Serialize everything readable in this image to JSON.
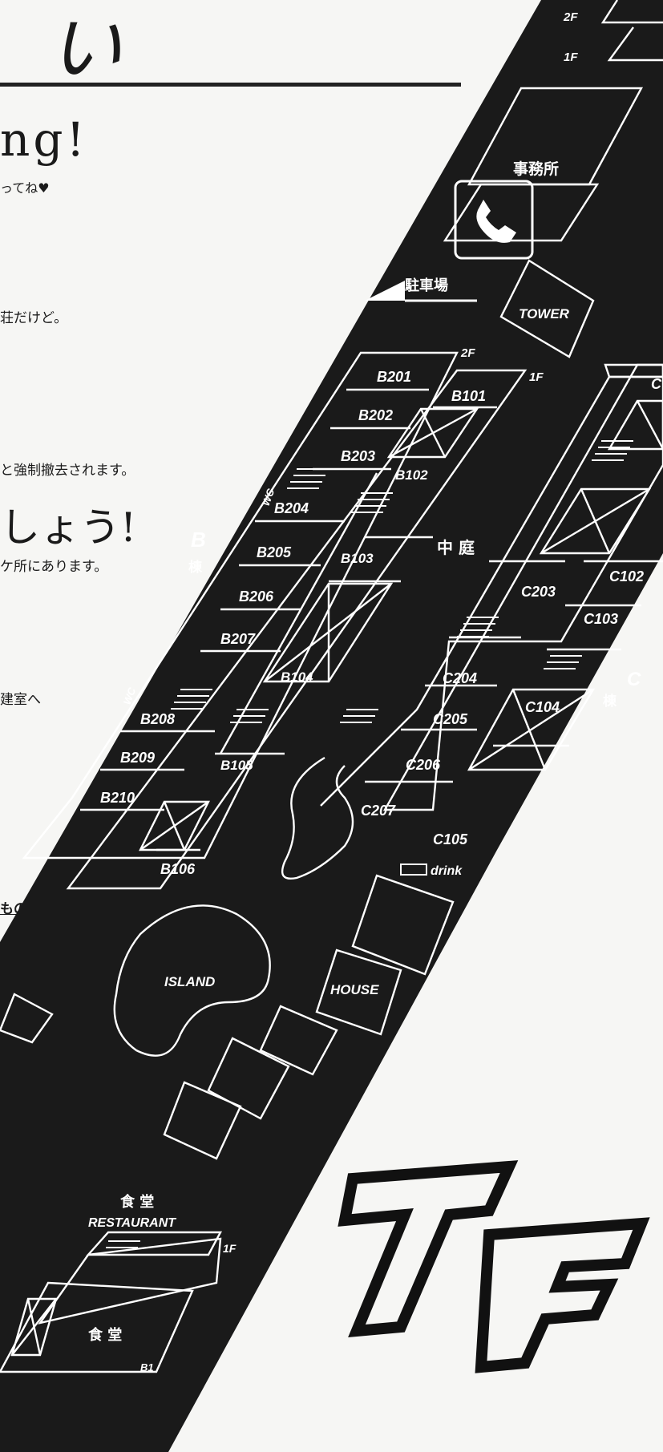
{
  "document": {
    "title_fragment": "い",
    "heading_fragment": "ng!",
    "line_1": "ってね♥",
    "line_2": "荘だけど。",
    "line_3": "と強制撤去されます。",
    "heading_2": "しょう!",
    "line_4": "ケ所にあります。",
    "line_5": "建室へ",
    "line_6": "もの道"
  },
  "map": {
    "floors_top": [
      "2F",
      "1F"
    ],
    "office": "事務所",
    "parking": "駐車場",
    "tower": "TOWER",
    "b_building": {
      "label_letter": "B",
      "label_kanji": "棟",
      "floor_2f": "2F",
      "floor_1f": "1F",
      "rooms_2f": [
        "B201",
        "B202",
        "B203",
        "B204",
        "B205",
        "B206",
        "B207",
        "B208",
        "B209",
        "B210"
      ],
      "rooms_1f": [
        "B101",
        "B102",
        "B103",
        "B104",
        "B105",
        "B106"
      ],
      "wc": "WC"
    },
    "courtyard": "中 庭",
    "c_building": {
      "label_letter": "C",
      "label_kanji": "棟",
      "rooms_2f": [
        "C203",
        "C204",
        "C205",
        "C206",
        "C207"
      ],
      "rooms_1f": [
        "C102",
        "C103",
        "C104",
        "C105"
      ],
      "partial_label": "C"
    },
    "drink": "drink",
    "island": "ISLAND",
    "house": "HOUSE",
    "restaurant_jp": "食 堂",
    "restaurant_en": "RESTAURANT",
    "restaurant_floor": "1F",
    "restaurant_b1_jp": "食 堂",
    "restaurant_b1_floor": "B1",
    "logo_text": "TF"
  }
}
